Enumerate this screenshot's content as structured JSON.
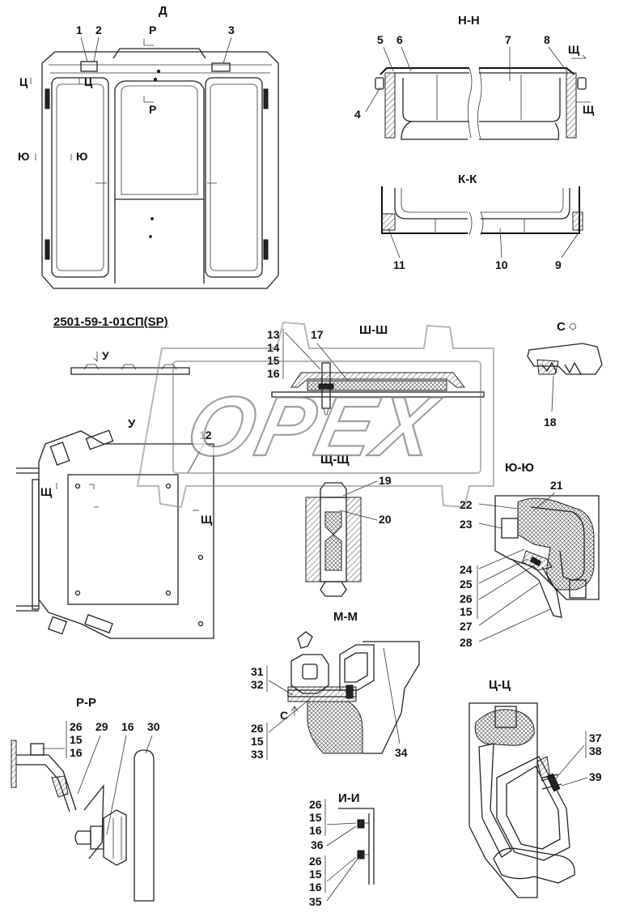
{
  "drawing_code": "2501-59-1-01СП(SP)",
  "watermark": "OPEX",
  "views": [
    {
      "id": "D",
      "title": "Д"
    },
    {
      "id": "N",
      "title": "Н-Н"
    },
    {
      "id": "K",
      "title": "К-К"
    },
    {
      "id": "SH",
      "title": "Ш-Ш"
    },
    {
      "id": "S",
      "title": "С"
    },
    {
      "id": "U",
      "title": "У"
    },
    {
      "id": "SCH",
      "title": "Щ-Щ"
    },
    {
      "id": "YU",
      "title": "Ю-Ю"
    },
    {
      "id": "M",
      "title": "М-М"
    },
    {
      "id": "R",
      "title": "Р-Р"
    },
    {
      "id": "C",
      "title": "Ц-Ц"
    },
    {
      "id": "I",
      "title": "И-И"
    }
  ],
  "section_marks": {
    "r": "Р",
    "ts": "Ц",
    "yu": "Ю",
    "u": "У",
    "shch": "Щ",
    "s": "С"
  },
  "callouts": [
    "1",
    "2",
    "3",
    "4",
    "5",
    "6",
    "7",
    "8",
    "9",
    "10",
    "11",
    "12",
    "13",
    "14",
    "15",
    "16",
    "17",
    "18",
    "19",
    "20",
    "21",
    "22",
    "23",
    "24",
    "25",
    "26",
    "27",
    "28",
    "29",
    "30",
    "31",
    "32",
    "33",
    "34",
    "35",
    "36",
    "37",
    "38",
    "39"
  ],
  "stacked_labels": {
    "sh_group": [
      "13",
      "14",
      "15",
      "16"
    ],
    "pr_group": [
      "26",
      "15",
      "16"
    ],
    "m_group_top": [
      "31",
      "32"
    ],
    "m_group_bottom": [
      "26",
      "15",
      "33"
    ],
    "yu_group": [
      "24",
      "25",
      "26",
      "15"
    ],
    "i_group_top": [
      "26",
      "15",
      "16",
      "36"
    ],
    "i_group_bottom": [
      "26",
      "15",
      "16",
      "35"
    ],
    "c_group": [
      "37",
      "38"
    ]
  }
}
